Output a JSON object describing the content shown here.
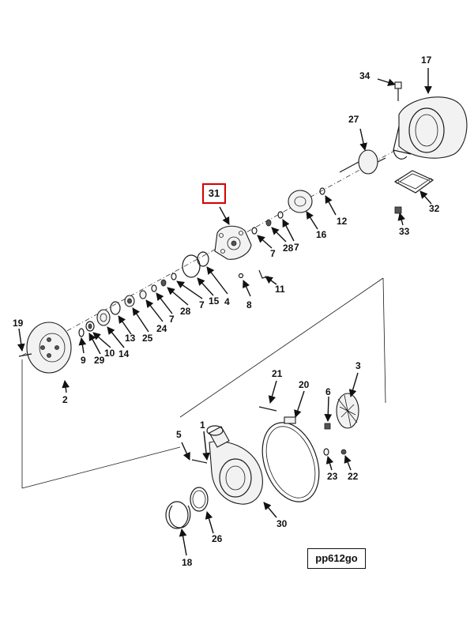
{
  "highlighted_callout": "31",
  "reference_code": "pp612go",
  "callouts": [
    "1",
    "2",
    "3",
    "4",
    "5",
    "6",
    "7",
    "8",
    "9",
    "10",
    "11",
    "12",
    "13",
    "14",
    "15",
    "16",
    "17",
    "18",
    "19",
    "20",
    "21",
    "22",
    "23",
    "24",
    "25",
    "26",
    "27",
    "28",
    "29",
    "30",
    "31",
    "32",
    "33",
    "34"
  ],
  "colors": {
    "highlight": "#d40000",
    "line": "#1a1a1a"
  }
}
